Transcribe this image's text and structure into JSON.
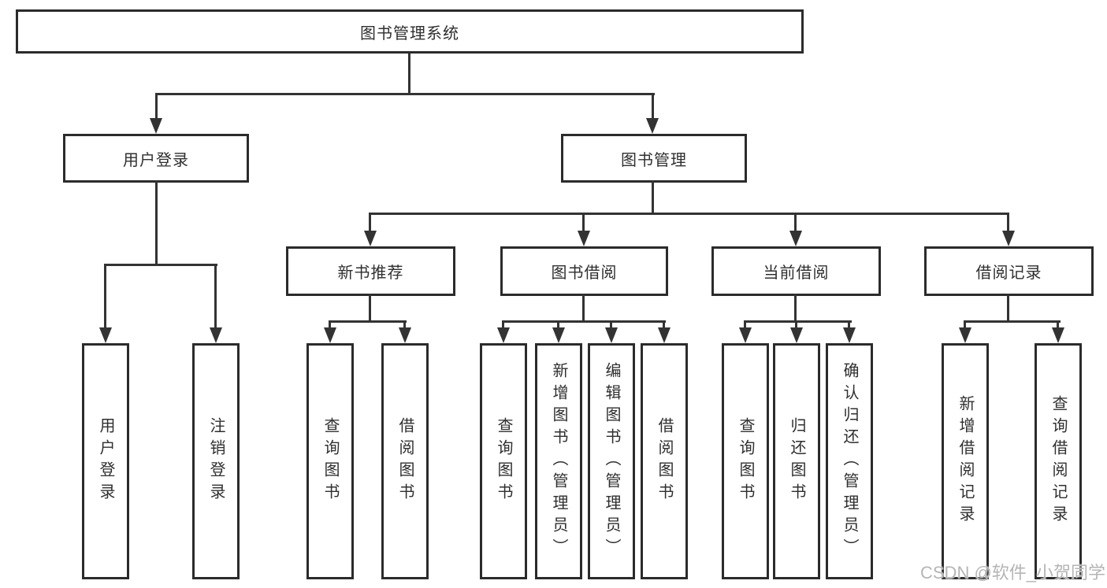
{
  "diagram": {
    "root": {
      "label": "图书管理系统"
    },
    "level2": {
      "user_login": {
        "label": "用户登录"
      },
      "book_mgmt": {
        "label": "图书管理"
      }
    },
    "level3": {
      "new_books": {
        "label": "新书推荐"
      },
      "borrowing": {
        "label": "图书借阅"
      },
      "current": {
        "label": "当前借阅"
      },
      "records": {
        "label": "借阅记录"
      }
    },
    "leaves": {
      "user_login_leaf": {
        "label": "用户登录"
      },
      "logout": {
        "label": "注销登录"
      },
      "query_books_recommend": {
        "label": "查询图书"
      },
      "borrow_books_recommend": {
        "label": "借阅图书"
      },
      "query_books_borrowing": {
        "label": "查询图书"
      },
      "add_books_admin": {
        "label": "新增图书（管理员）"
      },
      "edit_books_admin": {
        "label": "编辑图书（管理员）"
      },
      "borrow_books_borrowing": {
        "label": "借阅图书"
      },
      "query_books_current": {
        "label": "查询图书"
      },
      "return_books": {
        "label": "归还图书"
      },
      "confirm_return_admin": {
        "label": "确认归还（管理员）"
      },
      "add_borrow_record": {
        "label": "新增借阅记录"
      },
      "query_borrow_record": {
        "label": "查询借阅记录"
      }
    }
  },
  "watermark": {
    "text": "CSDN @软件_小贺同学",
    "color": "#b5b5b5"
  },
  "colors": {
    "background": "#ffffff",
    "box_border": "#2b2b2b",
    "line": "#333333",
    "text": "#2f2f2f"
  }
}
